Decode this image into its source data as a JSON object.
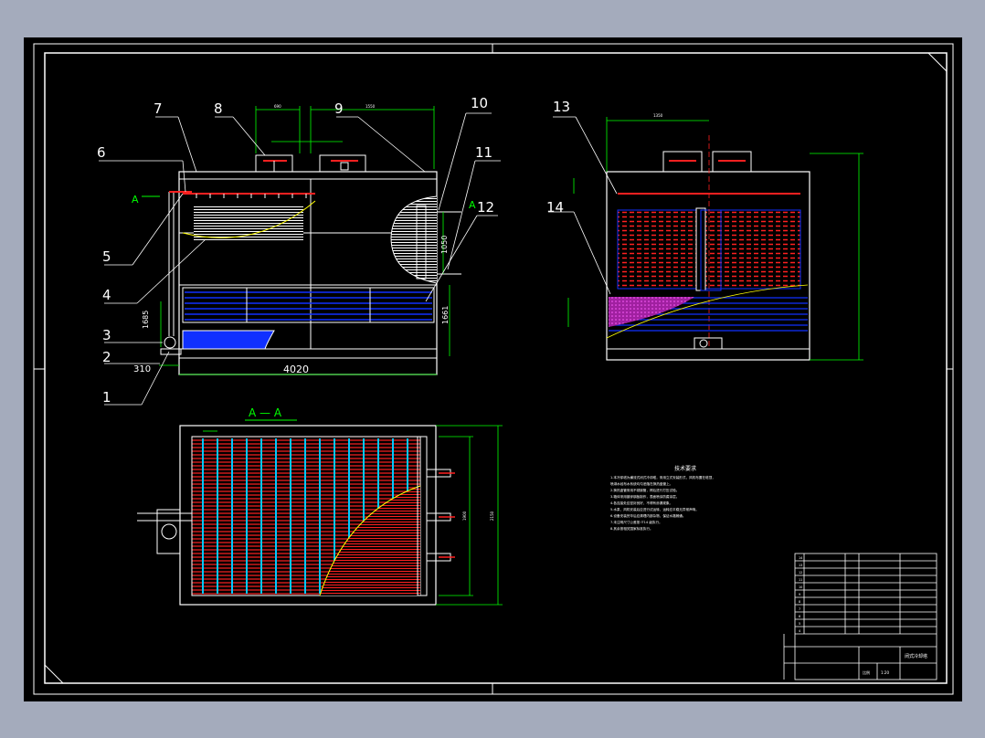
{
  "drawing": {
    "callouts": [
      "1",
      "2",
      "3",
      "4",
      "5",
      "6",
      "7",
      "8",
      "9",
      "10",
      "11",
      "12",
      "13",
      "14"
    ],
    "dims": {
      "overall_length": "4020",
      "left_offset": "310",
      "height_left": "1685",
      "height_right": "1661",
      "small_right": "1050"
    },
    "section_mark": "A",
    "section_title": "A — A",
    "notes_title": "技术要求",
    "notes": [
      "1.本冷却塔为横流式闭式冷却塔，采用立式安装形式，风机布置在塔顶，",
      "  喷淋水经布水系统均匀洒落在换热盘管上。",
      "2.换热盘管采用不锈钢管，焊后进行打压试验。",
      "3.箱体采用镀锌钢板制作，表面喷涂防腐涂层。",
      "4.各连接处应密封良好，不得有渗漏现象。",
      "5.水泵、风机安装后应进行试运转，运转应平稳无异常声响。",
      "6.设备安装完毕后应清理内部杂物，保证水路畅通。",
      "7.未注明尺寸公差按 IT14 级执行。",
      "8.其余按相关国家标准执行。"
    ],
    "title_block": {
      "drawing_name": "闭式冷却塔",
      "scale_label": "比例",
      "scale": "1:20"
    },
    "colors": {
      "background": "#000000",
      "frame": "#ffffff",
      "dimension": "#00ff00",
      "coil": "#ff2020",
      "water": "#1030ff",
      "casing": "#ffffff",
      "accent": "#ff00ff",
      "yellow": "#ffff00"
    }
  }
}
